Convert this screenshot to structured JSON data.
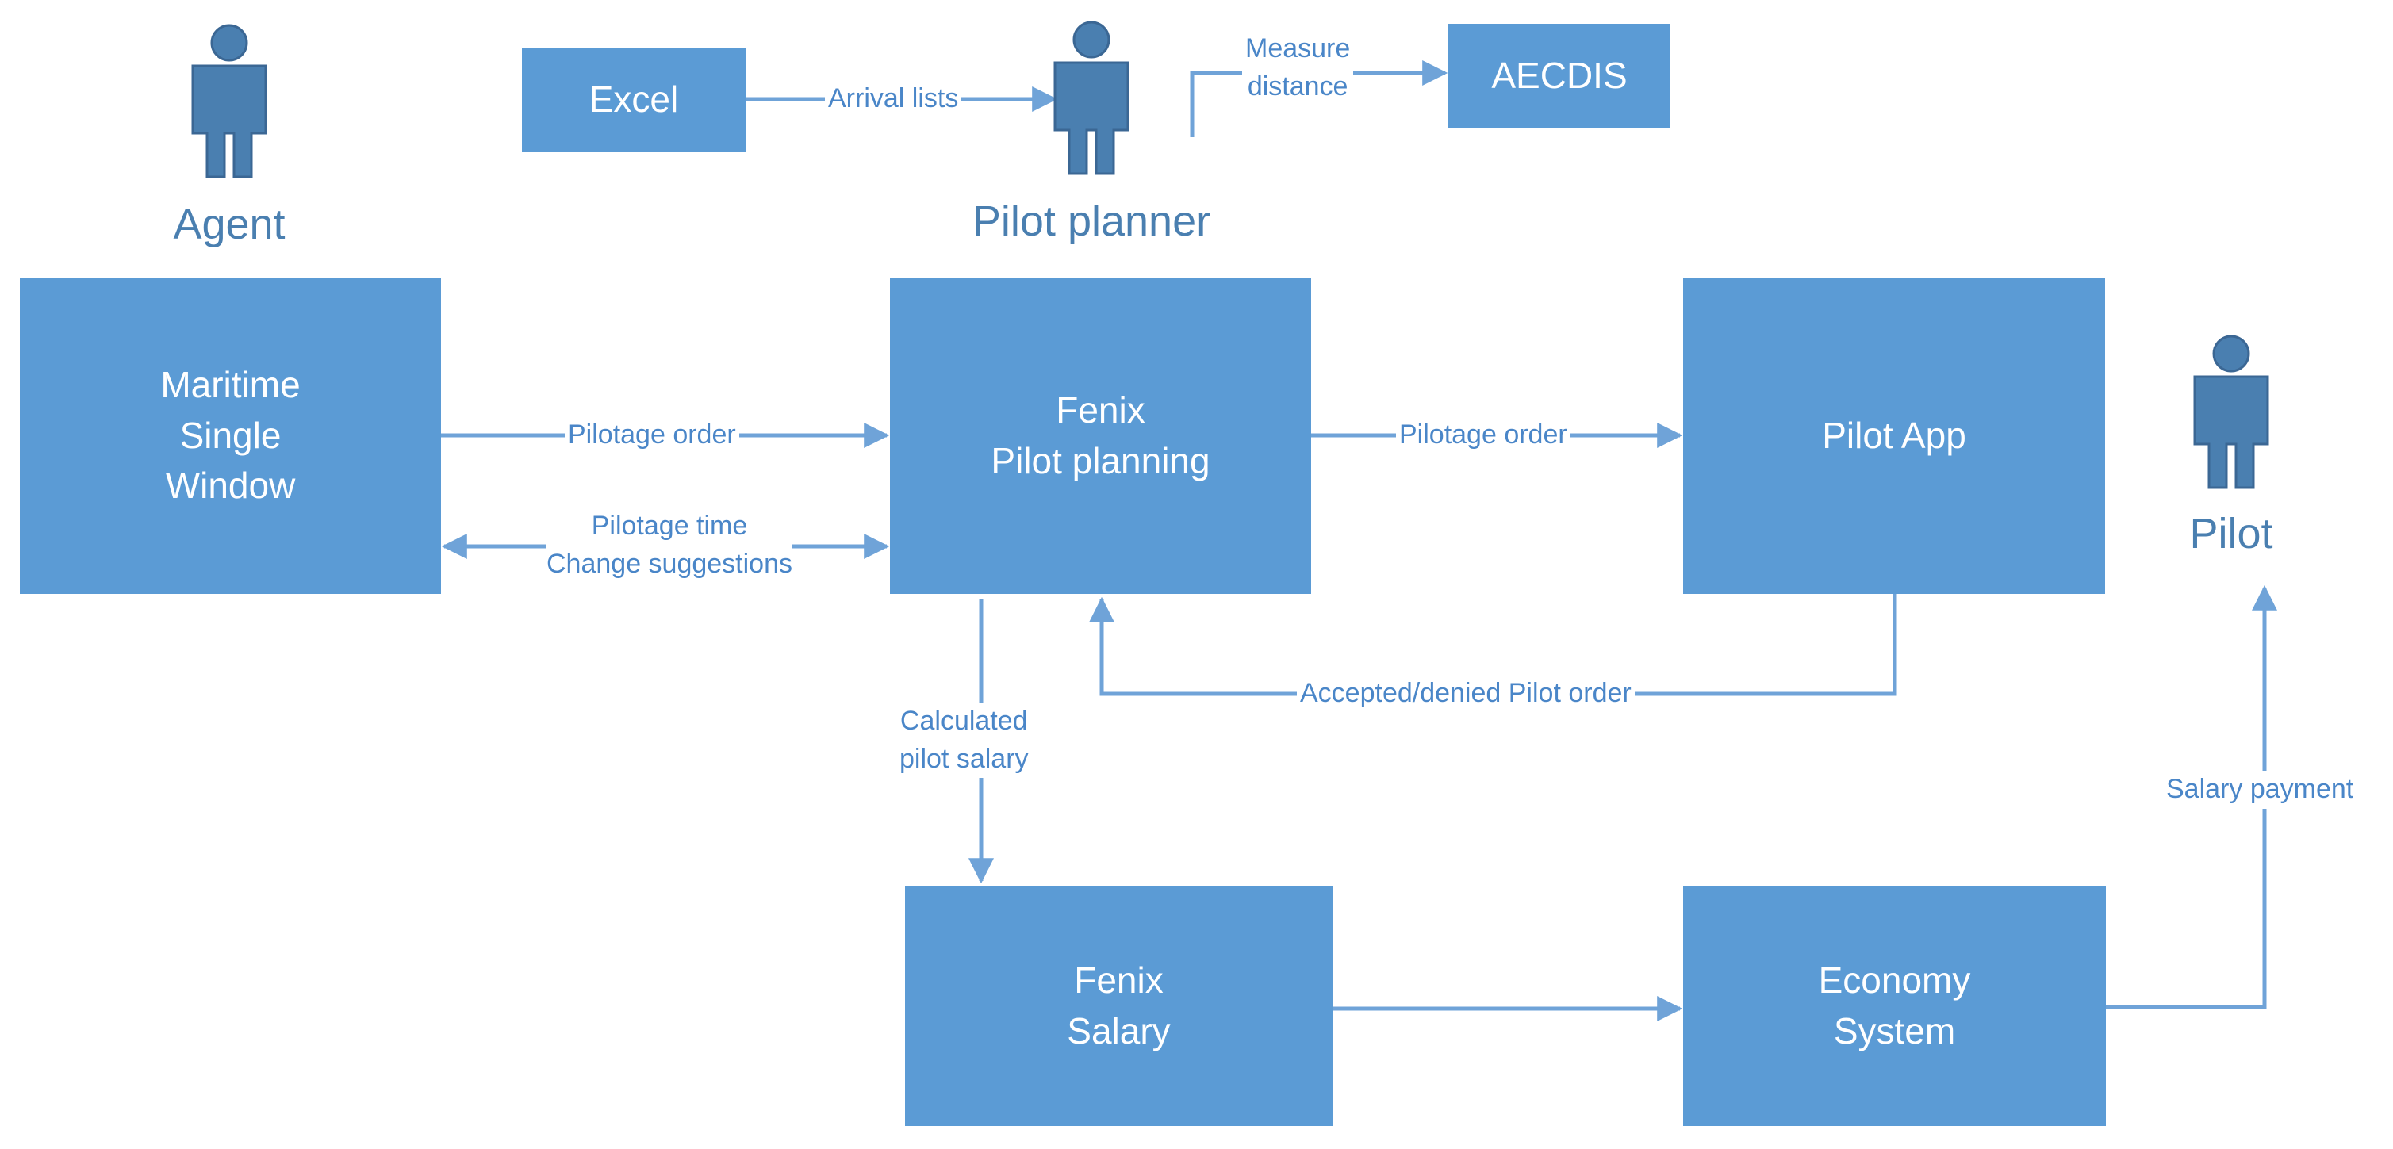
{
  "actors": {
    "agent": "Agent",
    "pilot_planner": "Pilot planner",
    "pilot": "Pilot"
  },
  "boxes": {
    "excel": "Excel",
    "aecdis": "AECDIS",
    "maritime_single_window": [
      "Maritime",
      "Single",
      "Window"
    ],
    "fenix_pilot_planning": [
      "Fenix",
      "Pilot planning"
    ],
    "pilot_app": "Pilot App",
    "fenix_salary": [
      "Fenix",
      "Salary"
    ],
    "economy_system": [
      "Economy",
      "System"
    ]
  },
  "edges": {
    "arrival_lists": "Arrival lists",
    "measure_distance": [
      "Measure",
      "distance"
    ],
    "pilotage_order_msw": "Pilotage order",
    "pilotage_time": "Pilotage time",
    "change_suggestions": "Change suggestions",
    "pilotage_order_app": "Pilotage order",
    "accepted_denied": "Accepted/denied Pilot order",
    "calculated_salary": [
      "Calculated",
      "pilot salary"
    ],
    "salary_payment": "Salary payment"
  },
  "colors": {
    "box_fill": "#5b9bd5",
    "box_text": "#ffffff",
    "actor_fill": "#4a7fb0",
    "actor_outline": "#3b6794",
    "connector": "#6fa3d8",
    "edge_label_text": "#4a86c8",
    "actor_label_text": "#4a7fb0"
  },
  "icons": {
    "actor": "person-icon"
  }
}
